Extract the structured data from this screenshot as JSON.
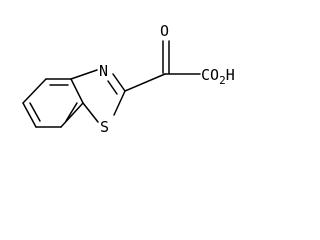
{
  "molecule": {
    "atoms": {
      "nitrogen": "N",
      "sulfur": "S",
      "carbonyl_oxygen": "O",
      "acid_group": {
        "main": "CO",
        "subscript": "2",
        "tail": "H"
      }
    }
  }
}
